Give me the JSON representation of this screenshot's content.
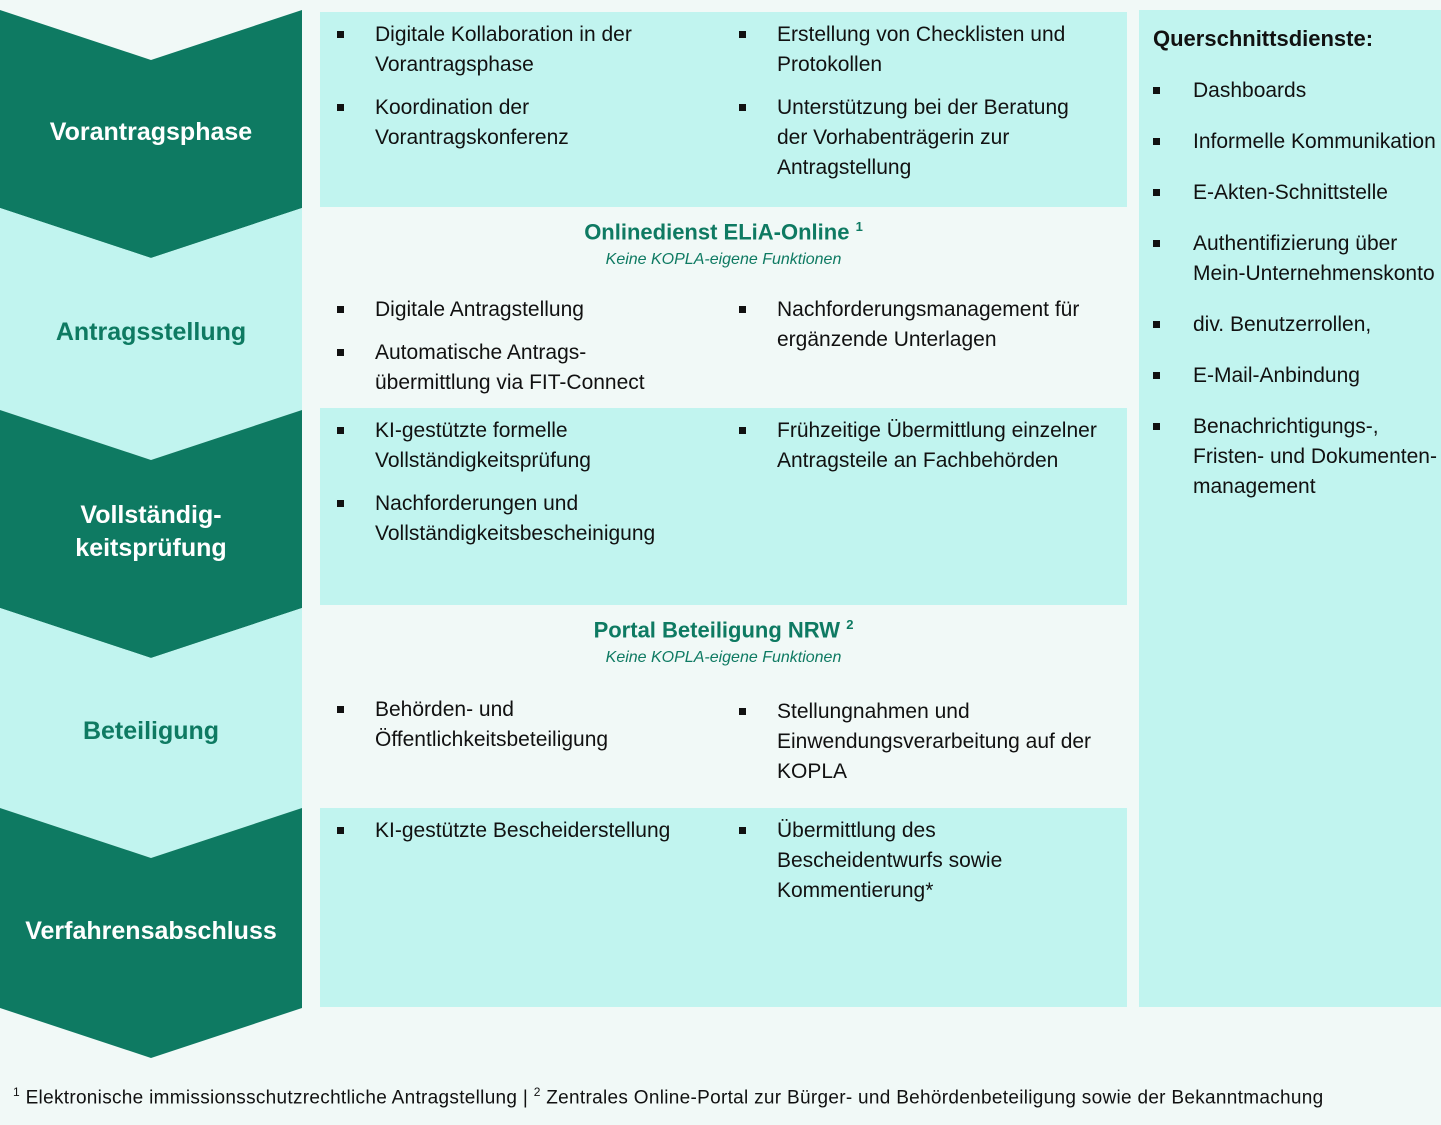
{
  "colors": {
    "dark": "#0e7a62",
    "light": "#c1f4ef",
    "background": "#f1f9f7"
  },
  "phases": [
    {
      "label": "Vorantragsphase",
      "style": "dark"
    },
    {
      "label": "Antragsstellung",
      "style": "light"
    },
    {
      "label": "Vollständig-\nkeitsprüfung",
      "style": "dark"
    },
    {
      "label": "Beteiligung",
      "style": "light"
    },
    {
      "label": "Verfahrensabschluss",
      "style": "dark"
    }
  ],
  "rows": [
    {
      "left": [
        "Digitale Kollaboration in der Vorantragsphase",
        "Koordination der Vorantragskonferenz"
      ],
      "right": [
        "Erstellung von Checklisten und Protokollen",
        "Unterstützung bei der Beratung der Vorhabenträgerin zur Antragstellung"
      ]
    },
    {
      "service_title": "Onlinedienst ELiA-Online",
      "service_sup": "1",
      "service_sub": "Keine KOPLA-eigene Funktionen",
      "left": [
        "Digitale Antragstellung",
        "Automatische Antrags-übermittlung via FIT-Connect"
      ],
      "right": [
        "Nachforderungsmanagement für ergänzende Unterlagen"
      ]
    },
    {
      "left": [
        "KI-gestützte formelle Vollständigkeitsprüfung",
        "Nachforderungen und Vollständigkeitsbescheinigung"
      ],
      "right": [
        "Frühzeitige Übermittlung einzelner Antragsteile an Fachbehörden"
      ]
    },
    {
      "service_title": "Portal Beteiligung NRW",
      "service_sup": "2",
      "service_sub": "Keine KOPLA-eigene Funktionen",
      "left": [
        "Behörden- und Öffentlichkeitsbeteiligung"
      ],
      "right": [
        "Stellungnahmen und Einwendungsverarbeitung auf der KOPLA"
      ]
    },
    {
      "left": [
        "KI-gestützte Bescheiderstellung"
      ],
      "right": [
        "Übermittlung des Bescheidentwurfs sowie Kommentierung*"
      ]
    }
  ],
  "cross": {
    "title": "Querschnittsdienste:",
    "items": [
      "Dashboards",
      "Informelle Kommunikation",
      "E-Akten-Schnittstelle",
      "Authentifizierung über Mein-Unternehmenskonto",
      "div. Benutzerrollen,",
      "E-Mail-Anbindung",
      "Benachrichtigungs-, Fristen- und Dokumenten-management"
    ]
  },
  "footnote": {
    "sup1": "1",
    "text1": "Elektronische immissionsschutzrechtliche Antragstellung |",
    "sup2": "2",
    "text2": "Zentrales Online-Portal zur Bürger- und Behördenbeteiligung sowie der Bekanntmachung"
  }
}
